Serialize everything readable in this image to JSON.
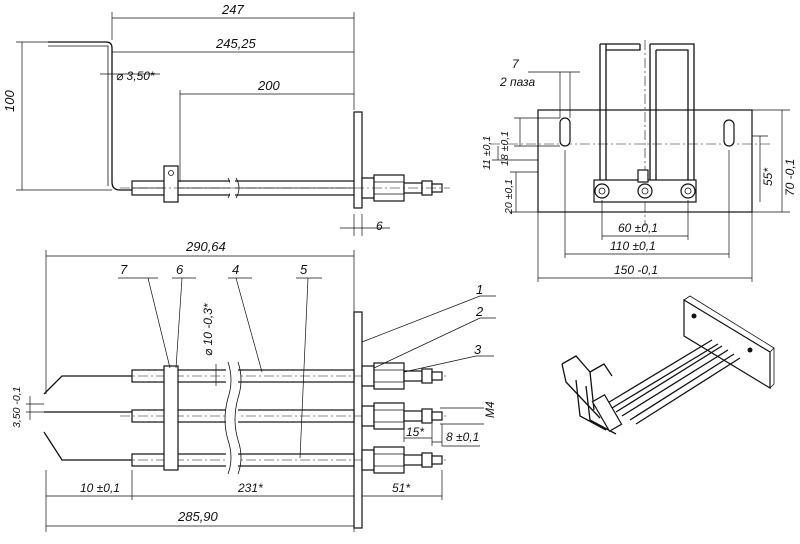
{
  "dimensions": {
    "overall_top": "247",
    "top_inner": "245,25",
    "rod_len": "200",
    "height_100": "100",
    "wire_dia": "⌀ 3,50*",
    "plate_thk": "6",
    "overall_front": "290,64",
    "overall_bottom": "285,90",
    "rod_dia": "⌀ 10 -0,3*",
    "offset_350": "3,50 -0,1",
    "len_231": "231*",
    "len_10": "10 ±0,1",
    "len_51": "51*",
    "len_15": "15*",
    "len_8": "8 ±0,1",
    "thread": "M4",
    "slot_w": "7",
    "slot_note": "2 паза",
    "side_18": "18 ±0,1",
    "side_11": "11 ±0,1",
    "side_20": "20 ±0,1",
    "pitch_60": "60 ±0,1",
    "span_110": "110 ±0,1",
    "plate_w": "150 -0,1",
    "height_55": "55*",
    "plate_h": "70 -0,1"
  },
  "callouts": [
    "1",
    "2",
    "3",
    "4",
    "5",
    "6",
    "7"
  ]
}
